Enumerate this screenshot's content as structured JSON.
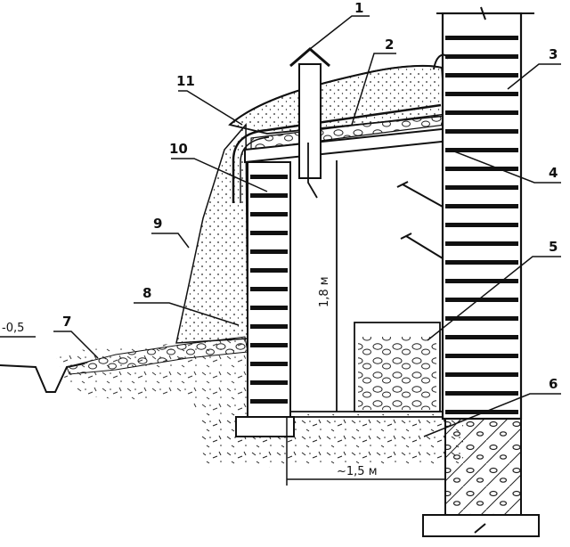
{
  "callouts": {
    "c1": "1",
    "c2": "2",
    "c3": "3",
    "c4": "4",
    "c5": "5",
    "c6": "6",
    "c7": "7",
    "c8": "8",
    "c9": "9",
    "c10": "10",
    "c11": "11"
  },
  "dimensions": {
    "height": "1,8 м",
    "width": "~1,5 м",
    "level": "-0,5"
  },
  "colors": {
    "ink": "#111111",
    "paper": "#ffffff"
  }
}
